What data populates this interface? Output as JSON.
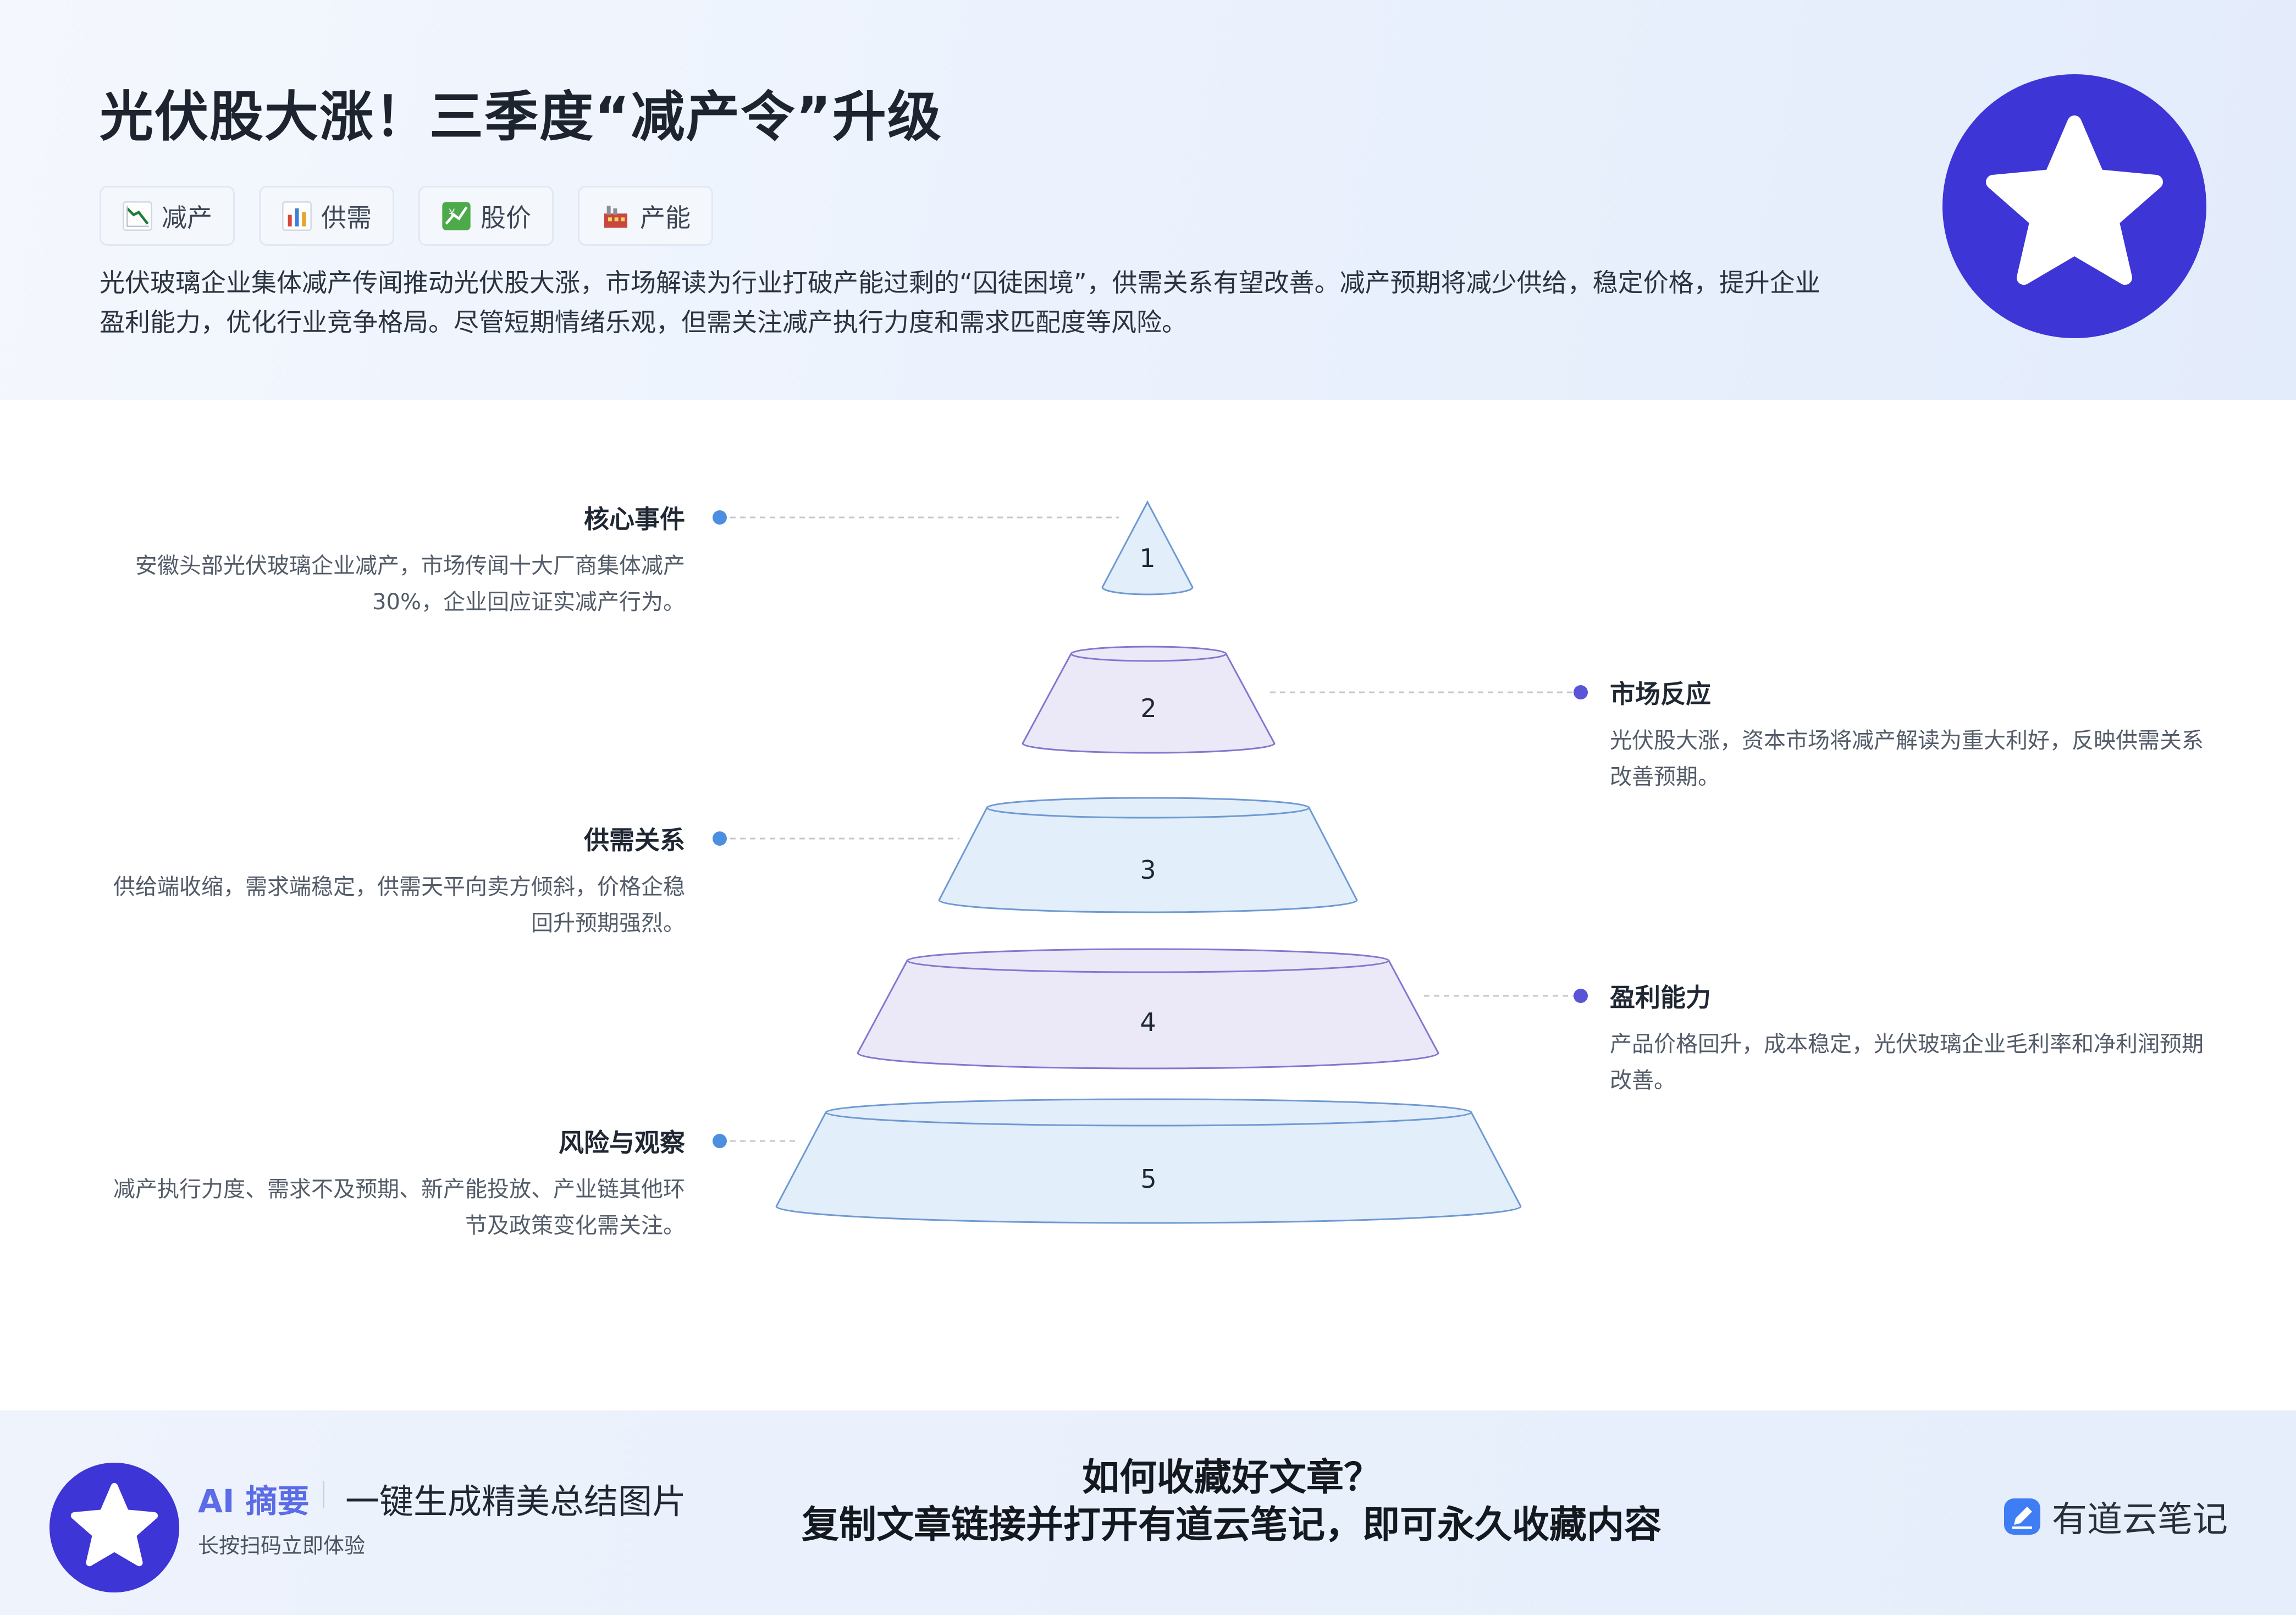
{
  "header": {
    "title": "光伏股大涨！三季度“减产令”升级",
    "tags": [
      {
        "icon": "chart-decreasing-icon",
        "label": "减产"
      },
      {
        "icon": "bar-chart-icon",
        "label": "供需"
      },
      {
        "icon": "chart-yen-icon",
        "label": "股价"
      },
      {
        "icon": "factory-icon",
        "label": "产能"
      }
    ],
    "summary": "光伏玻璃企业集体减产传闻推动光伏股大涨，市场解读为行业打破产能过剩的“囚徒困境”，供需关系有望改善。减产预期将减少供给，稳定价格，提升企业盈利能力，优化行业竞争格局。尽管短期情绪乐观，但需关注减产执行力度和需求匹配度等风险。"
  },
  "pyramid": {
    "levels": [
      {
        "number": "1",
        "title": "核心事件",
        "text": "安徽头部光伏玻璃企业减产，市场传闻十大厂商集体减产30%，企业回应证实减产行为。",
        "side": "left"
      },
      {
        "number": "2",
        "title": "市场反应",
        "text": "光伏股大涨，资本市场将减产解读为重大利好，反映供需关系改善预期。",
        "side": "right"
      },
      {
        "number": "3",
        "title": "供需关系",
        "text": "供给端收缩，需求端稳定，供需天平向卖方倾斜，价格企稳回升预期强烈。",
        "side": "left"
      },
      {
        "number": "4",
        "title": "盈利能力",
        "text": "产品价格回升，成本稳定，光伏玻璃企业毛利率和净利润预期改善。",
        "side": "right"
      },
      {
        "number": "5",
        "title": "风险与观察",
        "text": "减产执行力度、需求不及预期、新产能投放、产业链其他环节及政策变化需关注。",
        "side": "left"
      }
    ],
    "colors": {
      "blue_fill": "#e3eefb",
      "purple_fill": "#ebe9f8",
      "blue_stroke": "#6f9ad2",
      "purple_stroke": "#8079cf"
    }
  },
  "footer": {
    "ai_label": "AI 摘要",
    "slogan": "一键生成精美总结图片",
    "scan_hint": "长按扫码立即体验",
    "promo_line1": "如何收藏好文章？",
    "promo_line2": "复制文章链接并打开有道云笔记，即可永久收藏内容",
    "brand": "有道云笔记"
  }
}
